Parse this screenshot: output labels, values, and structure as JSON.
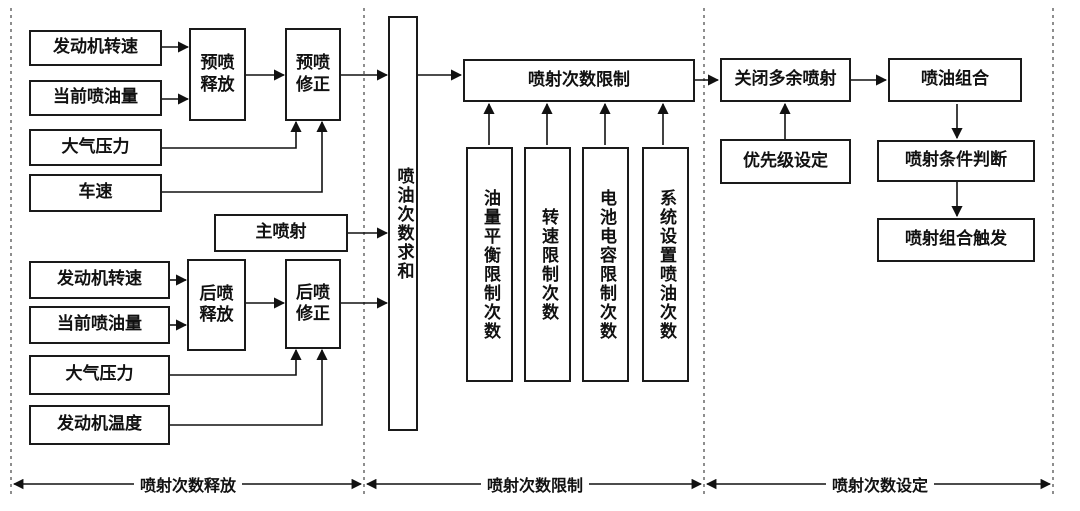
{
  "left": {
    "engine_speed_1": "发动机转速",
    "fuel_qty_1": "当前喷油量",
    "pre_release": "预喷\n释放",
    "pre_correct": "预喷\n修正",
    "atm_pressure_1": "大气压力",
    "vehicle_speed": "车速",
    "main_injection": "主喷射",
    "engine_speed_2": "发动机转速",
    "fuel_qty_2": "当前喷油量",
    "post_release": "后喷\n释放",
    "post_correct": "后喷\n修正",
    "atm_pressure_2": "大气压力",
    "engine_temp": "发动机温度"
  },
  "middle": {
    "injection_sum": "喷油次数求和",
    "injection_limit": "喷射次数限制",
    "limit_fuel_balance": "油量平衡限制次数",
    "limit_speed": "转速限制次数",
    "limit_battery": "电池电容限制次数",
    "limit_system": "系统设置喷油次数"
  },
  "right": {
    "close_extra": "关闭多余喷射",
    "priority": "优先级设定",
    "combination": "喷油组合",
    "condition": "喷射条件判断",
    "trigger": "喷射组合触发"
  },
  "sections": {
    "release": "喷射次数释放",
    "limit": "喷射次数限制",
    "setting": "喷射次数设定"
  }
}
